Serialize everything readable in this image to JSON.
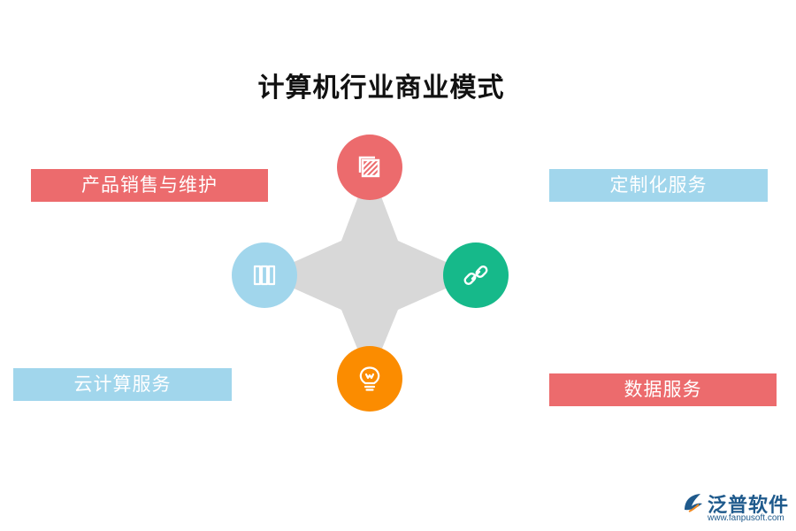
{
  "title": "计算机行业商业模式",
  "colors": {
    "red": "#ec6b6d",
    "blue": "#a1d6ec",
    "green": "#16b98a",
    "orange": "#fb8c00",
    "star": "#d8d8d8"
  },
  "labels": {
    "product_sales": "产品销售与维护",
    "custom_service": "定制化服务",
    "cloud_service": "云计算服务",
    "data_service": "数据服务"
  },
  "icons": {
    "top": "hatched-square-icon",
    "left": "book-stack-icon",
    "right": "chain-link-icon",
    "bottom": "light-bulb-icon"
  },
  "logo": {
    "name": "泛普软件",
    "url": "www.fanpusoft.com"
  }
}
